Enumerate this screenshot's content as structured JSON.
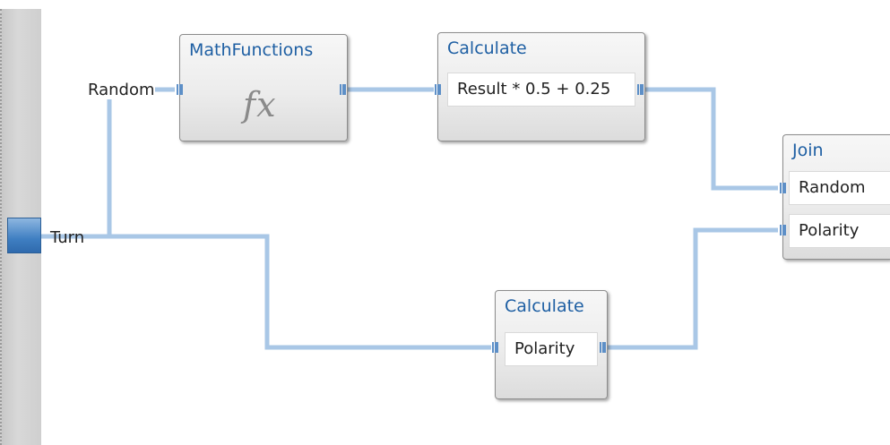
{
  "inputs": {
    "random_label": "Random",
    "turn_label": "Turn"
  },
  "nodes": {
    "math_functions": {
      "title": "MathFunctions",
      "icon": "fx"
    },
    "calculate_top": {
      "title": "Calculate",
      "expression": "Result * 0.5 + 0.25"
    },
    "calculate_bottom": {
      "title": "Calculate",
      "expression": "Polarity"
    },
    "join": {
      "title": "Join",
      "fields": [
        "Random",
        "Polarity"
      ]
    }
  },
  "colors": {
    "wire": "#a9c7e6",
    "node_title": "#1e5fa3",
    "handle": "#3f7fc2"
  }
}
